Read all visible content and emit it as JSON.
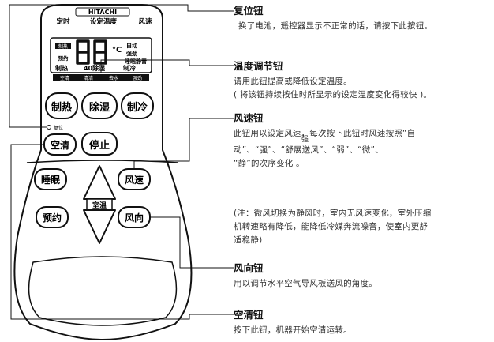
{
  "remote": {
    "brand": "HITACHI",
    "top_labels": [
      "定时",
      "设定温度",
      "风速"
    ],
    "lcd": {
      "heat_tag": "制热",
      "timer_tag": "预约",
      "auto": "自动",
      "strong": "强劲",
      "quiet": "睡眠",
      "silent": "静音",
      "mode_heat": "制热",
      "mode_dehum": "40除湿",
      "mode_cool": "制冷",
      "ion_1": "空清",
      "ion_2": "清洁",
      "ion_3": "去水",
      "ion_4": "强劲"
    },
    "buttons": {
      "heat": "制热",
      "dehum": "除湿",
      "cool": "制冷",
      "reset_label": "复位",
      "clean": "空清",
      "stop": "停止",
      "sleep": "睡眠",
      "fan": "风速",
      "temp": "室温",
      "timer": "预约",
      "louver": "风向"
    }
  },
  "annotations": [
    {
      "title": "复位钮",
      "lines": [
        "换了电池，遥控器显示不正常的话，请按下此按钮。"
      ]
    },
    {
      "title": "温度调节钮",
      "lines": [
        "请用此钮提高或降低设定温度。",
        "( 将该钮持续按住时所显示的设定温度变化得较快 )。"
      ]
    },
    {
      "title": "风速钮",
      "lines": [
        "此钮用以设定风速，每次按下此钮时风速按照“自",
        "动”、“强”、“舒展送风”、“弱”、“微”、",
        "“静”的次序变化 。"
      ],
      "superscript": "强"
    },
    {
      "title": "",
      "lines": [
        "(注：微风切换为静风时，室内无风速变化，室外压缩",
        "机转速略有降低，能降低冷媒奔流噪音，使室内更舒",
        "适稳静)"
      ]
    },
    {
      "title": "风向钮",
      "lines": [
        "用以调节水平空气导风板送风的角度。"
      ]
    },
    {
      "title": "空清钮",
      "lines": [
        "按下此钮，机器开始空清运转。"
      ]
    }
  ]
}
